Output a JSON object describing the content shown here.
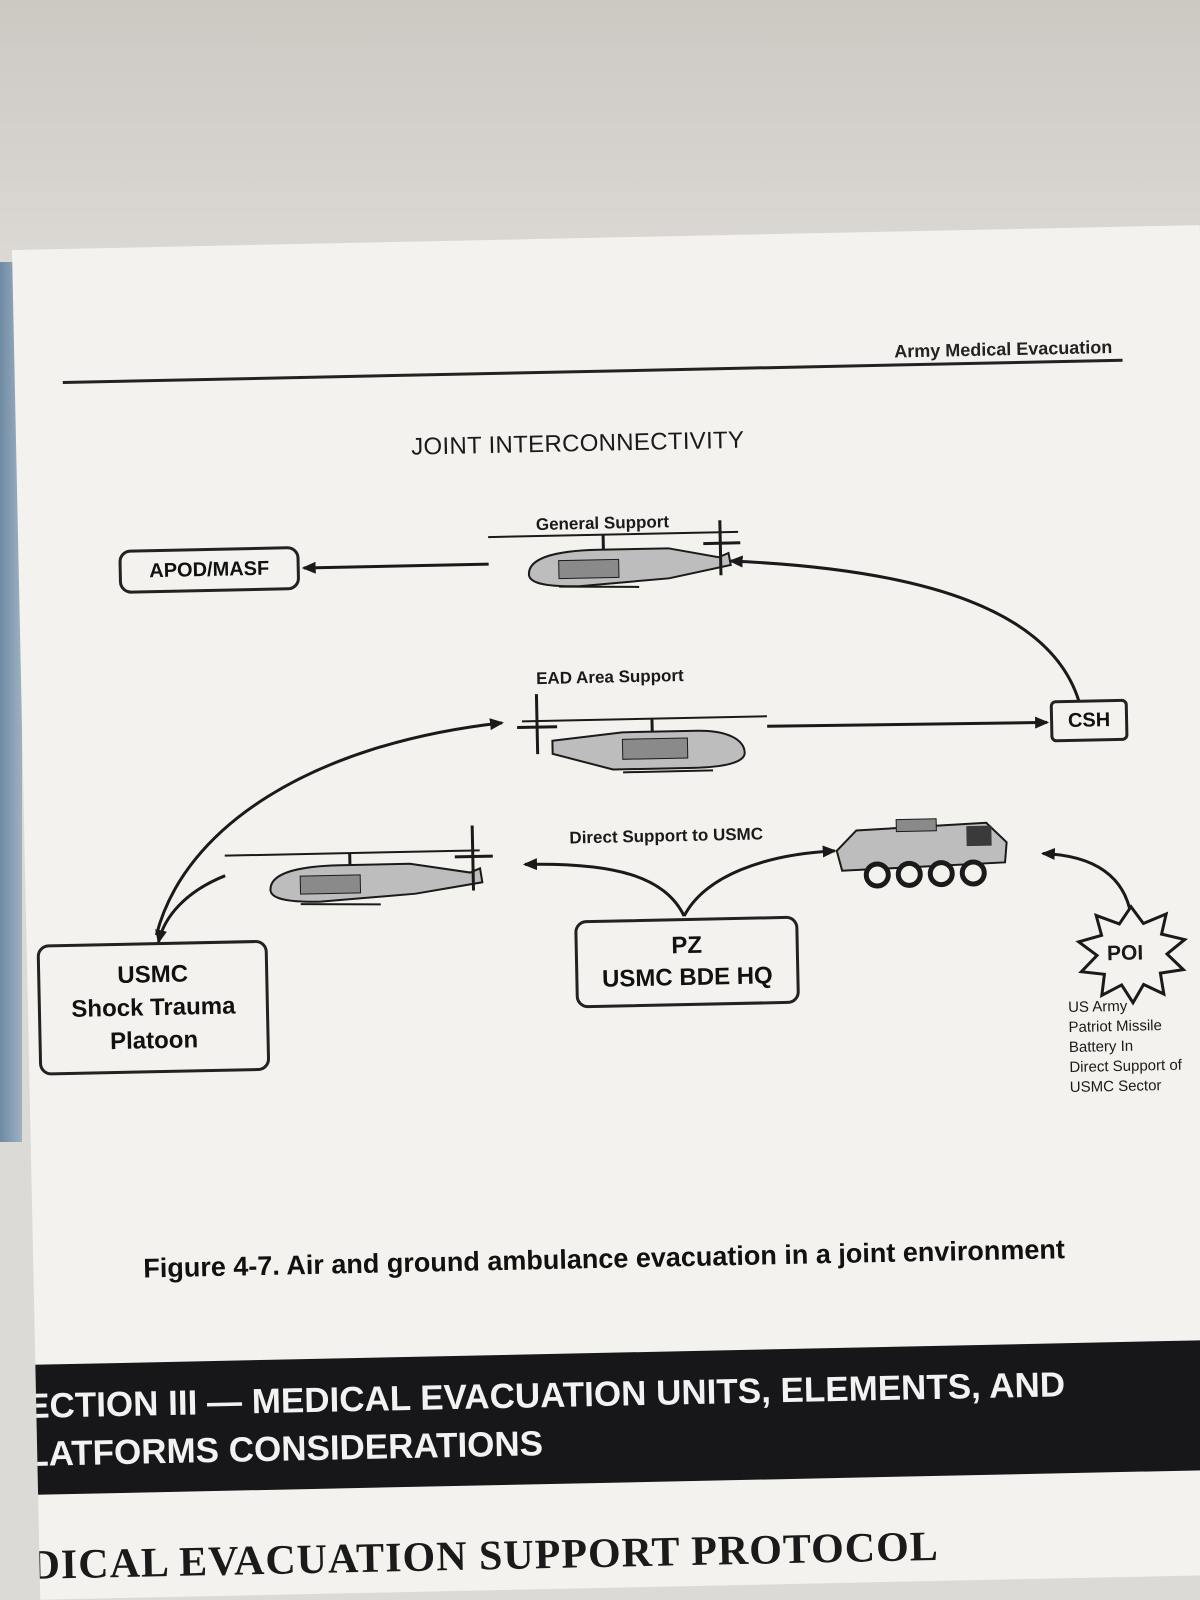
{
  "page": {
    "header": "Army Medical Evacuation",
    "diagram_title": "JOINT INTERCONNECTIVITY",
    "labels": {
      "general_support": "General Support",
      "ead_area_support": "EAD Area Support",
      "direct_support": "Direct Support to USMC"
    },
    "nodes": {
      "apod": "APOD/MASF",
      "csh": "CSH",
      "usmc_line1": "USMC",
      "usmc_line2": "Shock Trauma",
      "usmc_line3": "Platoon",
      "pz_line1": "PZ",
      "pz_line2": "USMC BDE HQ",
      "poi": "POI"
    },
    "poi_note": [
      "US Army",
      "Patriot Missile",
      "Battery In",
      "Direct Support of",
      "USMC Sector"
    ],
    "caption": "Figure 4-7. Air and ground ambulance evacuation in a joint environment",
    "section_heading_line1": "ECTION III — MEDICAL EVACUATION UNITS, ELEMENTS, AND",
    "section_heading_line2": "LATFORMS CONSIDERATIONS",
    "protocol_heading": "DICAL EVACUATION SUPPORT PROTOCOL"
  },
  "colors": {
    "ink": "#1a1a1a",
    "paper": "#f3f2ee",
    "section_bar": "#17171a"
  }
}
